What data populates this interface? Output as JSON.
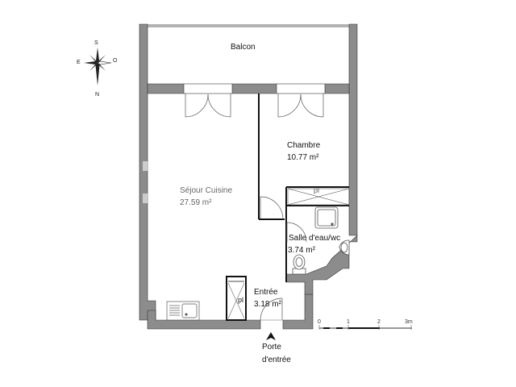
{
  "plan": {
    "title": "Floor plan",
    "colors": {
      "wall": "#8c8c8c",
      "line": "#222222",
      "background": "#ffffff"
    },
    "compass": {
      "north": "N",
      "south": "S",
      "east": "E",
      "west": "O"
    },
    "rooms": [
      {
        "id": "balcon",
        "name": "Balcon",
        "area": ""
      },
      {
        "id": "chambre",
        "name": "Chambre",
        "area": "10.77 m²"
      },
      {
        "id": "sejour",
        "name": "Séjour Cuisine",
        "area": "27.59 m²"
      },
      {
        "id": "salle-eau",
        "name": "Salle d'eau/wc",
        "area": "3.74 m²"
      },
      {
        "id": "entree",
        "name": "Entrée",
        "area": "3.18 m²"
      }
    ],
    "closet_labels": {
      "shower_closet": "pl",
      "entry_closet": "pl"
    },
    "entrance": {
      "line1": "Porte",
      "line2": "d'entrée"
    },
    "scale": {
      "ticks": [
        "0",
        "1",
        "2",
        "3m"
      ]
    }
  }
}
